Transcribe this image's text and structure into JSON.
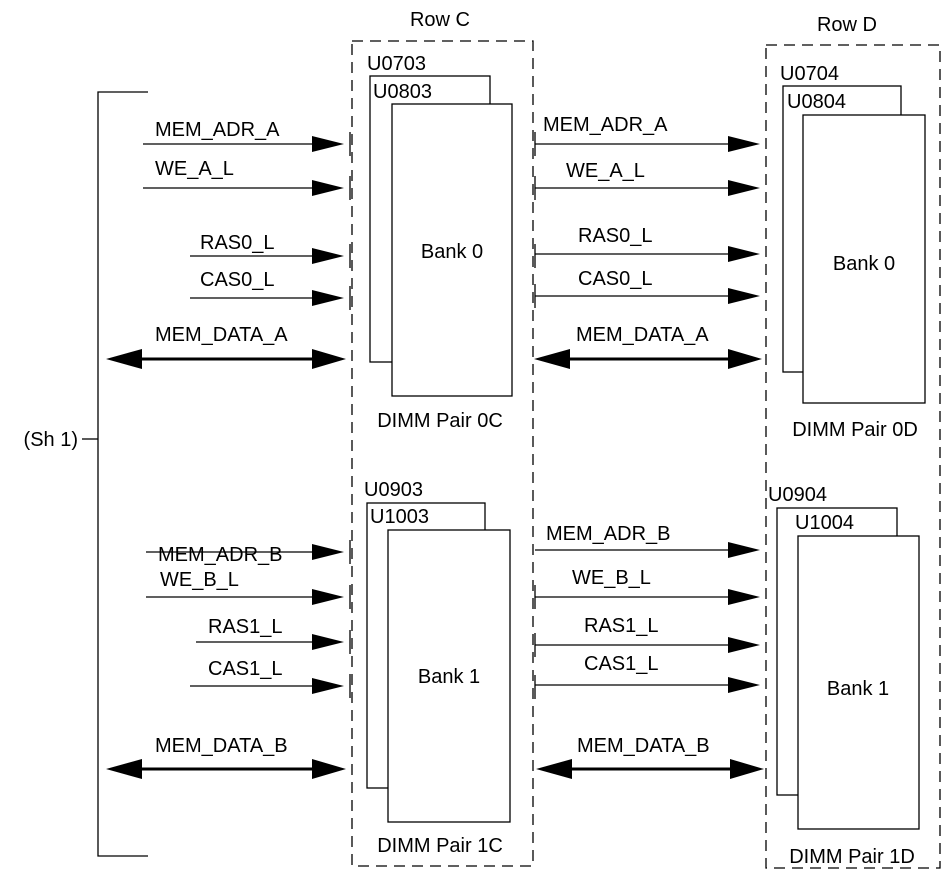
{
  "rows": {
    "c": {
      "title": "Row C"
    },
    "d": {
      "title": "Row D"
    }
  },
  "sheet_ref": "(Sh 1)",
  "upper": {
    "c": {
      "chip_back": "U0703",
      "chip_front": "U0803",
      "bank": "Bank 0",
      "pair": "DIMM Pair 0C"
    },
    "d": {
      "chip_back": "U0704",
      "chip_front": "U0804",
      "bank": "Bank 0",
      "pair": "DIMM Pair 0D"
    },
    "signals": {
      "adr": "MEM_ADR_A",
      "we": "WE_A_L",
      "ras": "RAS0_L",
      "cas": "CAS0_L",
      "data": "MEM_DATA_A"
    }
  },
  "lower": {
    "c": {
      "chip_back": "U0903",
      "chip_front": "U1003",
      "bank": "Bank 1",
      "pair": "DIMM Pair 1C"
    },
    "d": {
      "chip_back": "U0904",
      "chip_front": "U1004",
      "bank": "Bank 1",
      "pair": "DIMM Pair 1D"
    },
    "signals": {
      "adr": "MEM_ADR_B",
      "we": "WE_B_L",
      "ras": "RAS1_L",
      "cas": "CAS1_L",
      "data": "MEM_DATA_B"
    }
  }
}
